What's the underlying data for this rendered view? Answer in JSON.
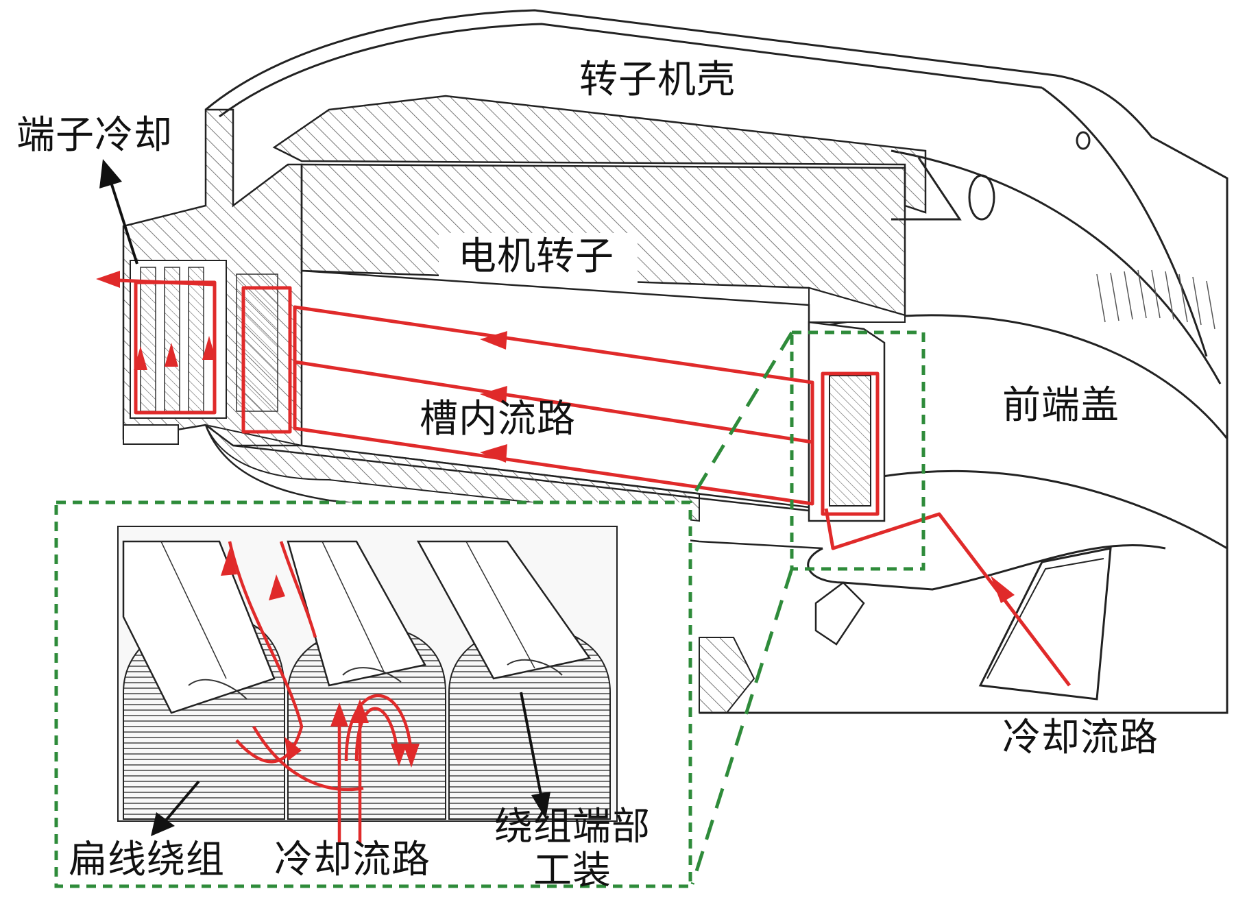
{
  "labels": {
    "rotor_housing": "转子机壳",
    "terminal_cooling": "端子冷却",
    "motor_rotor": "电机转子",
    "slot_flow_path": "槽内流路",
    "front_end_cover": "前端盖",
    "cooling_flow_path_right": "冷却流路",
    "flat_wire_winding": "扁线绕组",
    "cooling_flow_path_inset": "冷却流路",
    "winding_end_fixture_line1": "绕组端部",
    "winding_end_fixture_line2": "工装"
  },
  "colors": {
    "flow": "#e02a2a",
    "callout_box": "#2e8b3a",
    "line": "#222222",
    "hatch": "#555555",
    "leader": "#111111"
  },
  "icons": {
    "flow_arrow": "red-arrowhead",
    "leader_arrow": "black-arrowhead"
  }
}
